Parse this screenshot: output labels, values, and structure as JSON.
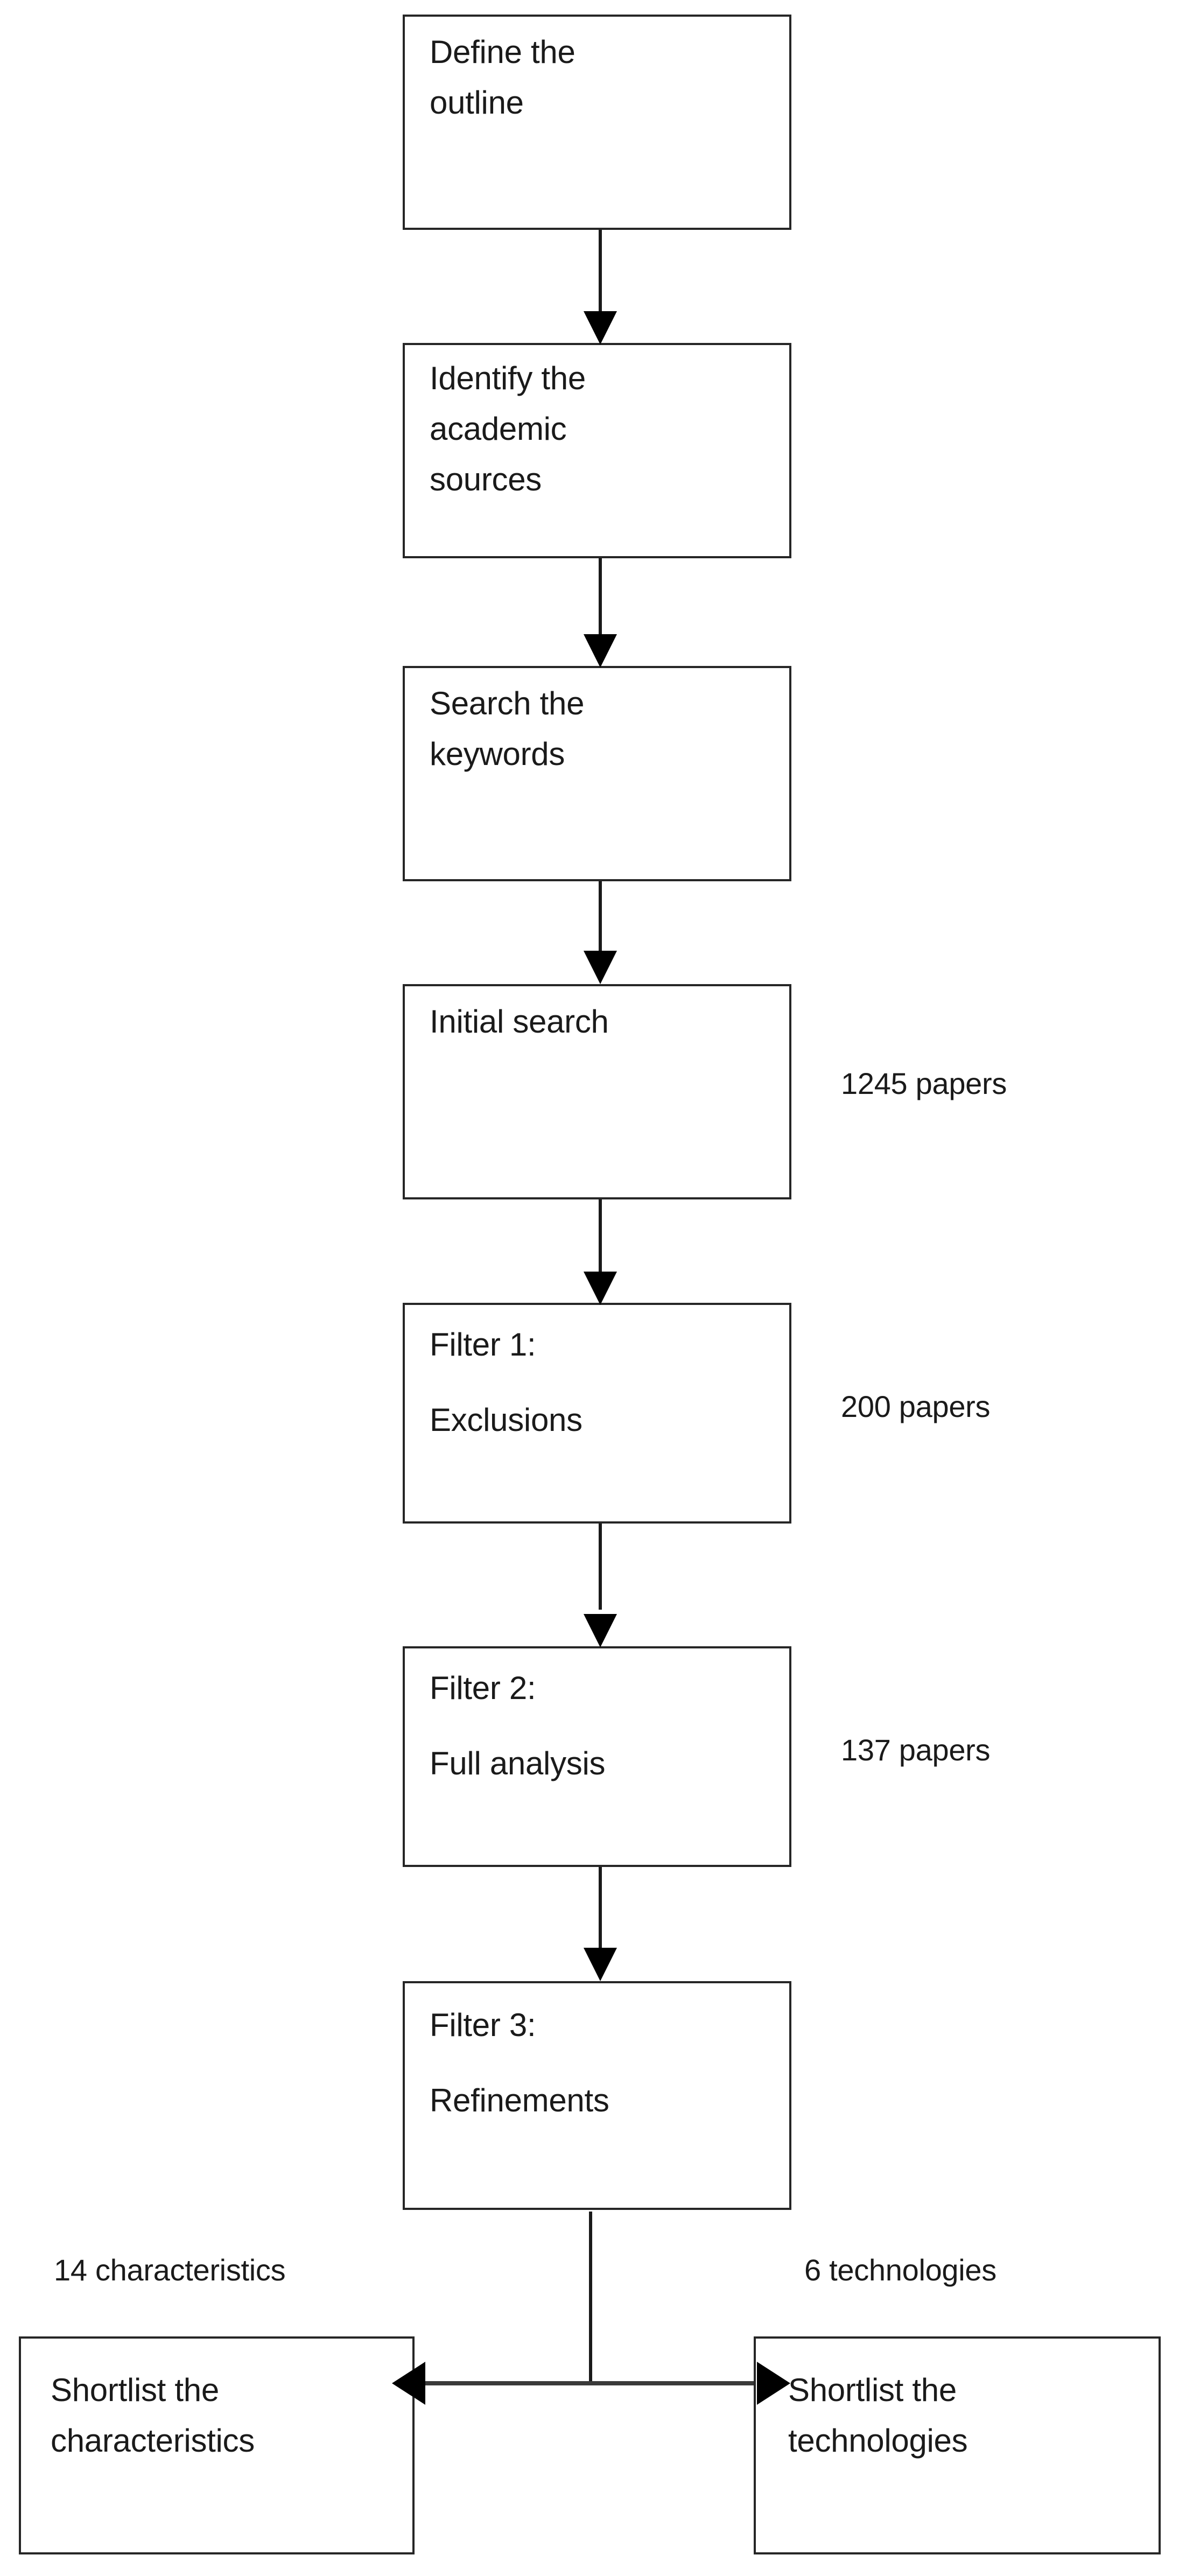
{
  "diagram": {
    "title": "Literature review methodology flowchart",
    "colors": {
      "box_border": "#262626",
      "connector": "#1a1a1a",
      "text": "#1a1a1a",
      "background": "#ffffff"
    },
    "nodes": [
      {
        "id": "define-outline",
        "lines": [
          "Define the",
          "outline"
        ]
      },
      {
        "id": "identify-sources",
        "lines": [
          "Identify the",
          "academic",
          "sources"
        ]
      },
      {
        "id": "search-keywords",
        "lines": [
          "Search the",
          "keywords"
        ]
      },
      {
        "id": "initial-search",
        "lines": [
          "Initial search"
        ]
      },
      {
        "id": "filter-1",
        "lines": [
          "Filter 1:",
          "Exclusions"
        ]
      },
      {
        "id": "filter-2",
        "lines": [
          "Filter 2:",
          "Full analysis"
        ]
      },
      {
        "id": "filter-3",
        "lines": [
          "Filter 3:",
          "Refinements"
        ]
      },
      {
        "id": "shortlist-characteristics",
        "lines": [
          "Shortlist the",
          "characteristics"
        ]
      },
      {
        "id": "shortlist-technologies",
        "lines": [
          "Shortlist the",
          "technologies"
        ]
      }
    ],
    "side_labels": [
      {
        "id": "initial-search-count",
        "text": "1245 papers"
      },
      {
        "id": "filter-1-count",
        "text": "200 papers"
      },
      {
        "id": "filter-2-count",
        "text": "137 papers"
      },
      {
        "id": "characteristics-count",
        "text": "14 characteristics"
      },
      {
        "id": "technologies-count",
        "text": "6 technologies"
      }
    ]
  }
}
